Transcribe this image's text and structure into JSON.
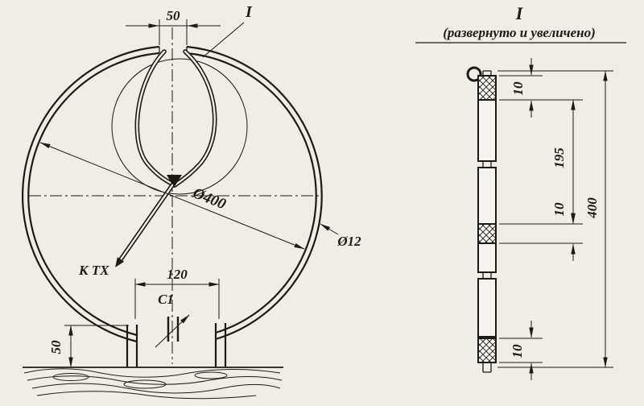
{
  "colors": {
    "ink": "#1b1b18",
    "paper": "#f0ede6"
  },
  "left_view": {
    "gap_dim": "50",
    "detail_ref": "I",
    "loop_diameter": "Ø400",
    "tube_diameter": "Ø12",
    "feeder_label": "К ТХ",
    "base_span": "120",
    "capacitor_label": "C1",
    "stand_height": "50"
  },
  "detail_view": {
    "ref": "I",
    "caption": "(развернуто и увеличено)",
    "dim_top": "10",
    "dim_upper": "195",
    "dim_middle": "10",
    "dim_overall": "400",
    "dim_bottom": "10"
  }
}
